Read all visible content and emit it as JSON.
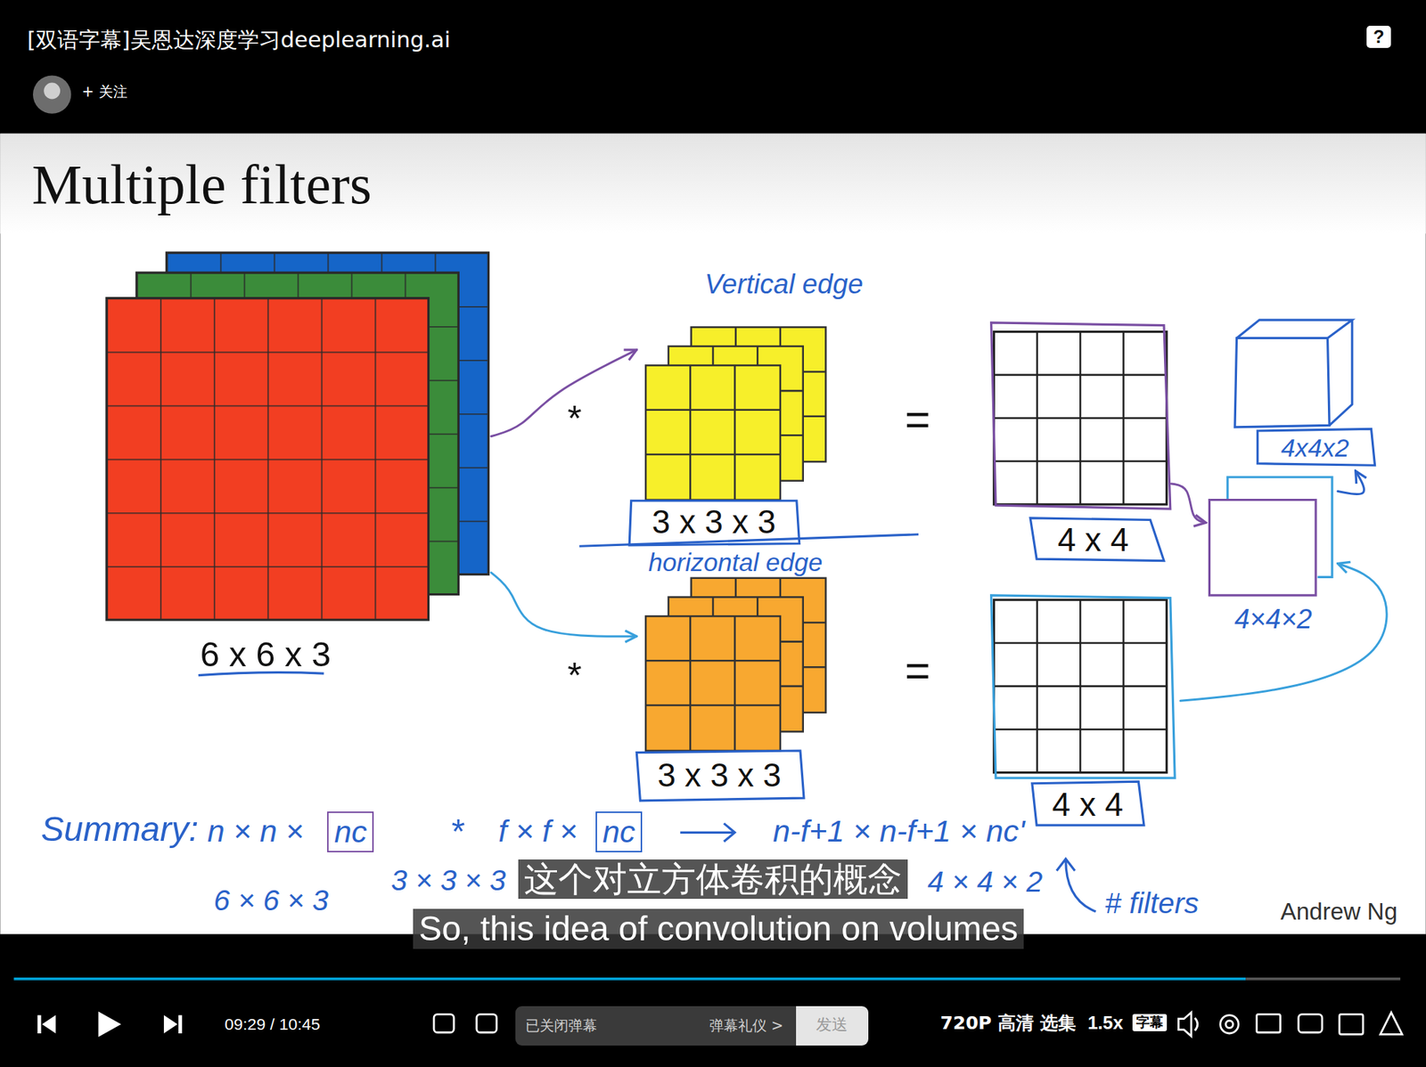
{
  "diagram": {
    "title": "Multiple filters",
    "nodes": [
      {
        "text": [
          "?"
        ]
      },
      {
        "text": [
          "6 x 6 x 3"
        ]
      },
      {
        "text": [
          "3 x 3 x 3"
        ]
      },
      {
        "text": [
          "4 x 4"
        ]
      },
      {
        "text": [
          "4x4x2"
        ]
      },
      {
        "text": [
          "4×4×2"
        ]
      },
      {
        "text": [
          "3 x 3 x 3"
        ]
      },
      {
        "text": [
          "4 x 4"
        ]
      },
      {
        "text": [
          "nc"
        ]
      },
      {
        "text": [
          "nc"
        ]
      },
      {
        "text": [
          "这个对立方体卷积的概念"
        ]
      },
      {
        "text": [
          "So, this idea of convolution on volumes"
        ]
      },
      {
        "text": [
          "已关闭弹幕",
          "弹幕礼仪 >"
        ]
      },
      {
        "text": [
          "发送"
        ]
      },
      {
        "text": [
          "字幕"
        ]
      }
    ],
    "edges": [
      {
        "from": 1,
        "to": 2,
        "arrow": "to"
      },
      {
        "from": 1,
        "to": 6,
        "arrow": "to"
      },
      {
        "from": 3,
        "to": 5,
        "arrow": "to"
      },
      {
        "from": 7,
        "to": 5,
        "arrow": "to"
      },
      {
        "from": 5,
        "to": 4,
        "arrow": "to"
      }
    ],
    "labels": [
      "[双语字幕]吴恩达深度学习deeplearning.ai",
      "+ 关注",
      "Vertical edge",
      "*",
      "=",
      "horizontal edge",
      "*",
      "=",
      "Summary:",
      "n × n ×",
      "*",
      "f × f ×",
      "n-f+1 × n-f+1 × nc'",
      "6 × 6 × 3",
      "3 × 3 × 3",
      "4 × 4 × 2",
      "# filters",
      "Andrew Ng",
      "09:29 / 10:45",
      "720P 高清",
      "选集",
      "1.5x"
    ]
  }
}
